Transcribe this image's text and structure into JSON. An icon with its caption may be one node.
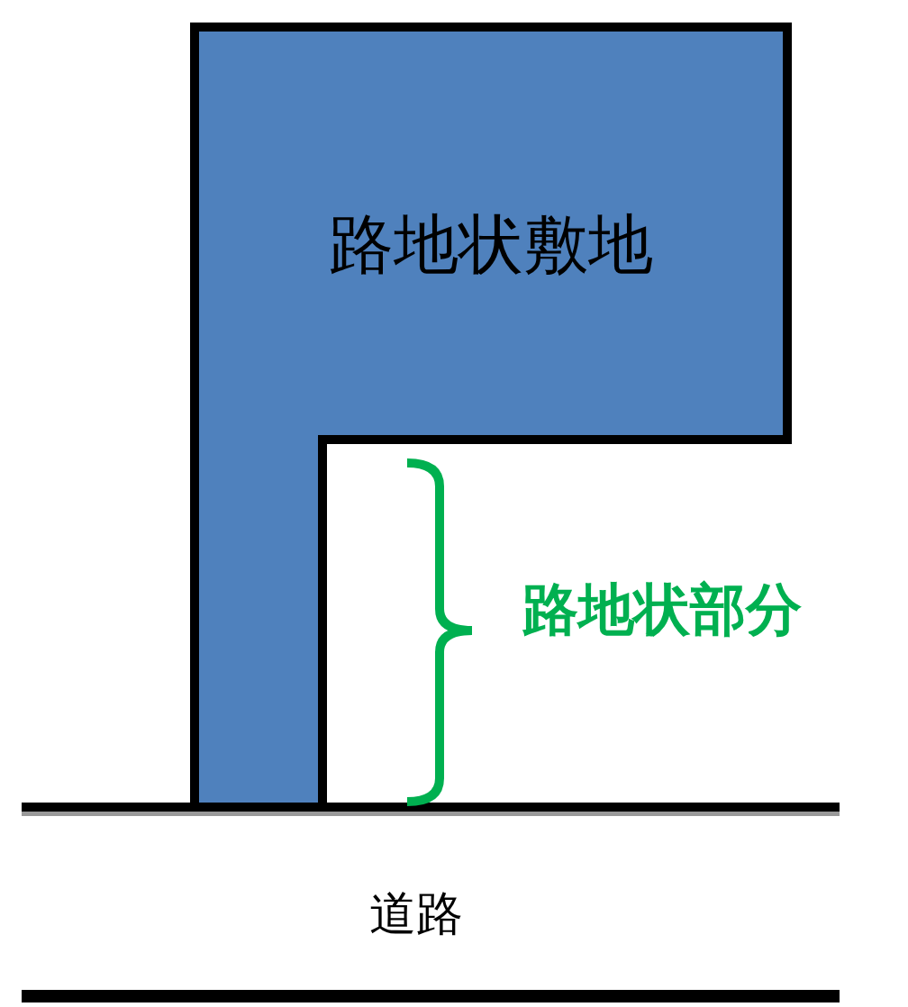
{
  "diagram": {
    "nodes": [
      {
        "text": [
          "路地状敷地"
        ]
      }
    ],
    "labels": [
      "路地状部分",
      "道路"
    ]
  }
}
